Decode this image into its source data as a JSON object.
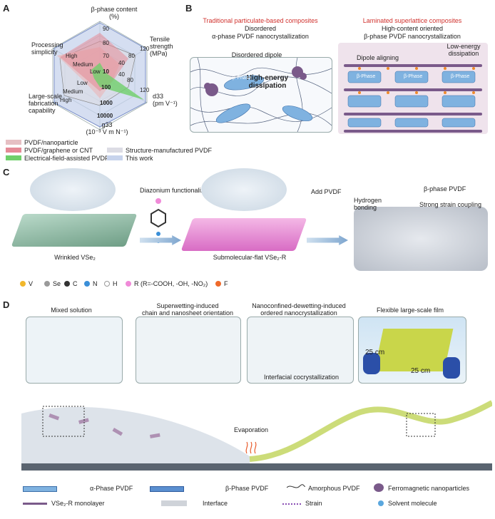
{
  "panels": {
    "a": "A",
    "b": "B",
    "c": "C",
    "d": "D"
  },
  "radar": {
    "axes": {
      "beta": [
        "β-phase content",
        "(%)"
      ],
      "tensile": [
        "Tensile",
        "strength",
        "(MPa)"
      ],
      "d33": [
        "d33",
        "(pm V⁻¹)"
      ],
      "g33": [
        "g33",
        "(10⁻³ V m N⁻¹)"
      ],
      "largescale": [
        "Large-scale",
        "fabrication",
        "capability"
      ],
      "processing": [
        "Processing",
        "simplicity"
      ]
    },
    "ticks": {
      "beta": [
        "90",
        "80",
        "70"
      ],
      "tensile": [
        "120",
        "80",
        "40"
      ],
      "d33": [
        "120",
        "80",
        "40"
      ],
      "g33": [
        "10",
        "100",
        "1000",
        "10000"
      ],
      "largescale": [
        "Low",
        "Medium",
        "High"
      ],
      "processing": [
        "High",
        "Medium",
        "Low"
      ]
    },
    "colors": {
      "nano": "#e6bfc3",
      "graphene": "#e58a96",
      "electric": "#6fcf6a",
      "structure": "#d9d9e3",
      "thiswork": "#c7d3ec"
    }
  },
  "legend_a": [
    {
      "label": "PVDF/nanoparticle",
      "color": "#e6bfc3"
    },
    {
      "label": "PVDF/graphene or CNT",
      "color": "#e58a96"
    },
    {
      "label": "Electrical-field-assisted PVDF",
      "color": "#6fcf6a"
    },
    {
      "label": "Structure-manufactured PVDF",
      "color": "#dcdce4"
    },
    {
      "label": "This work",
      "color": "#c7d3ec"
    }
  ],
  "panel_b": {
    "left_title": "Traditional  particulate-based composites",
    "left_sub1": "Disordered",
    "left_sub2": "α-phase PVDF nanocrystallization",
    "disordered_dipole": "Disordered dipole",
    "high_energy": [
      "High-energy",
      "dissipation"
    ],
    "right_title": "Laminated superlattice composites",
    "right_sub1": "High-content oriented",
    "right_sub2": "β-phase PVDF nanocrystallization",
    "dipole_aligning": "Dipole aligning",
    "low_energy": [
      "Low-energy",
      "dissipation"
    ],
    "beta_phase": "β-Phase"
  },
  "panel_c": {
    "diazonium": "Diazonium functionalization",
    "add_pvdf": "Add PVDF",
    "wrinkled": "Wrinkled VSe₂",
    "submolecular": "Submolecular-flat VSe₂-R",
    "hydrogen": [
      "Hydrogen",
      "bonding"
    ],
    "beta_pvdf": "β-phase PVDF",
    "strain_coupling": "Strong strain coupling",
    "atoms": [
      {
        "label": "V",
        "color": "#f1b72b"
      },
      {
        "label": "Se",
        "color": "#9a9a9a"
      },
      {
        "label": "C",
        "color": "#333333"
      },
      {
        "label": "N",
        "color": "#3a8fd8"
      },
      {
        "label": "H",
        "color": "#ffffff"
      },
      {
        "label": "R (R=-COOH, -OH, -NO₂)",
        "color": "#f08ad8"
      },
      {
        "label": "F",
        "color": "#ef6a2a"
      }
    ]
  },
  "panel_d": {
    "mixed": "Mixed solution",
    "superwetting": [
      "Superwetting-induced",
      "chain and nanosheet  orientation"
    ],
    "nanoconfined": [
      "Nanoconfined-dewetting-induced",
      "ordered nanocrystallization"
    ],
    "flexible": "Flexible large-scale film",
    "interfacial": "Interfacial cocrystallization",
    "evaporation": "Evaporation",
    "dim1": "25 cm",
    "dim2": "25 cm"
  },
  "legend_d": {
    "alpha": "α-Phase PVDF",
    "beta": "β-Phase PVDF",
    "amorphous": "Amorphous PVDF",
    "ferro": "Ferromagnetic nanoparticles",
    "monolayer": "VSe₂-R monolayer",
    "interface": "Interface",
    "strain": "Strain",
    "solvent": "Solvent molecule"
  }
}
